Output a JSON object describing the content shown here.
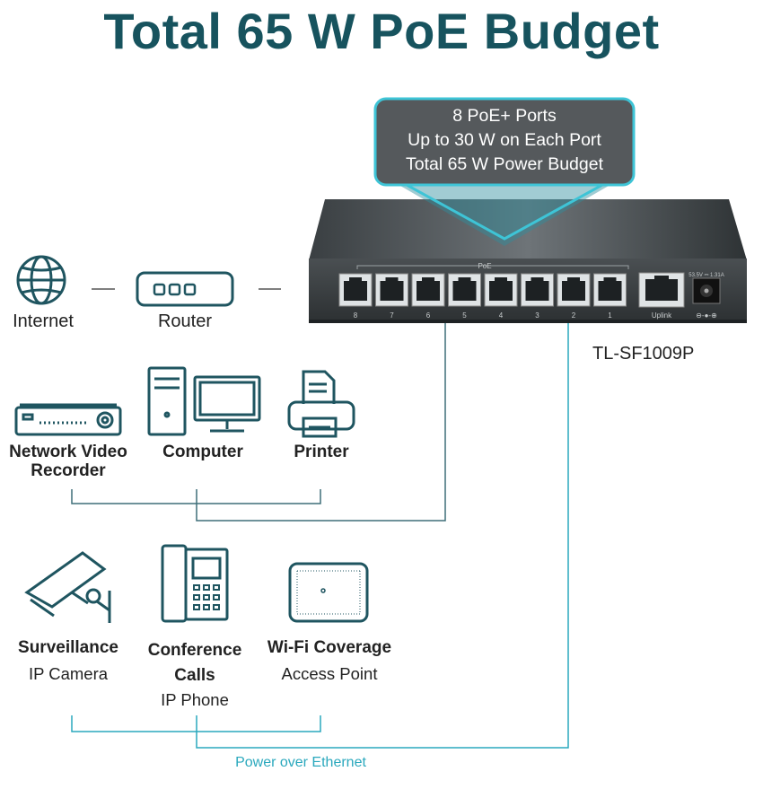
{
  "title": "Total 65 W PoE Budget",
  "callout": {
    "line1": "8 PoE+ Ports",
    "line2": "Up to 30 W on Each Port",
    "line3": "Total 65 W Power Budget"
  },
  "switch": {
    "model": "TL-SF1009P",
    "poe_group_label": "PoE",
    "port_numbers": [
      "8",
      "7",
      "6",
      "5",
      "4",
      "3",
      "2",
      "1"
    ],
    "uplink_label": "Uplink",
    "power_rating": "53.5V ⎓ 1.31A"
  },
  "internet_label": "Internet",
  "router_label": "Router",
  "group1": {
    "nvr_label_line1": "Network Video",
    "nvr_label_line2": "Recorder",
    "computer_label": "Computer",
    "printer_label": "Printer"
  },
  "group2": {
    "camera_title": "Surveillance",
    "camera_sub": "IP Camera",
    "phone_title_line1": "Conference",
    "phone_title_line2": "Calls",
    "phone_sub": "IP Phone",
    "ap_title": "Wi-Fi Coverage",
    "ap_sub": "Access Point"
  },
  "poe_legend": "Power over Ethernet",
  "colors": {
    "title": "#17535e",
    "accent_cyan": "#2aa8bd",
    "line_dark": "#3f6f78",
    "icon_dark": "#1f5560"
  }
}
